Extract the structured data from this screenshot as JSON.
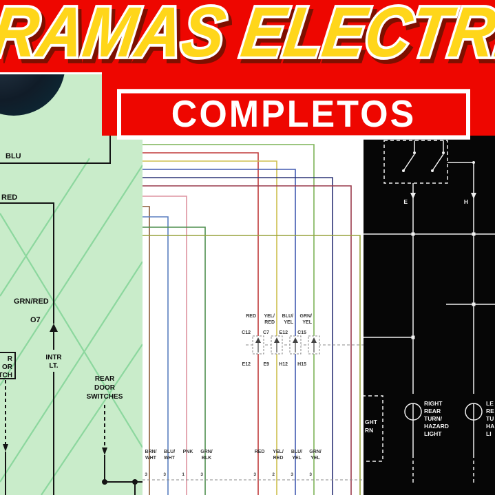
{
  "banner": {
    "title": "GRAMAS ELECTRIC",
    "subtitle": "COMPLETOS",
    "bg_color": "#ee0600",
    "title_color": "#ffd61a",
    "title_outline": "#ffffff",
    "title_shadow": "#7e0f00"
  },
  "left_panel": {
    "bg_color": "#c9ecca",
    "wire_blu": "BLU",
    "wire_red": "RED",
    "wire_grn_red": "GRN/RED",
    "connector": "O7",
    "intr_light": [
      "INTR",
      "LT."
    ],
    "rear_door": [
      "REAR",
      "DOOR",
      "SWITCHES"
    ],
    "cut_box": [
      "R",
      "OR",
      "TCH"
    ]
  },
  "middle_panel": {
    "bg_color": "#ffffff",
    "wire_labels": [
      [
        "RED",
        ""
      ],
      [
        "YEL/",
        "RED"
      ],
      [
        "BLU/",
        "YEL"
      ],
      [
        "GRN/",
        "YEL"
      ]
    ],
    "connector_row1": [
      "C12",
      "C7",
      "E12",
      "C15"
    ],
    "connector_row2": [
      "E12",
      "E9",
      "H12",
      "H15"
    ],
    "bottom_left": [
      [
        "BRN/",
        "WHT"
      ],
      [
        "BLU/",
        "WHT"
      ],
      [
        "PNK",
        ""
      ],
      [
        "GRN/",
        "BLK"
      ]
    ],
    "bottom_right": [
      [
        "RED",
        ""
      ],
      [
        "YEL/",
        "RED"
      ],
      [
        "BLU/",
        "YEL"
      ],
      [
        "GRN/",
        "YEL"
      ]
    ],
    "pins_left": [
      "3",
      "3",
      "1",
      "3"
    ],
    "pins_right": [
      "3",
      "2",
      "3",
      "3"
    ]
  },
  "right_panel": {
    "bg_color": "#060606",
    "terminal_e": "E",
    "terminal_h": "H",
    "lamp_label": [
      "RIGHT",
      "REAR",
      "TURN/",
      "HAZARD",
      "LIGHT"
    ],
    "lamp_label_cut": [
      "LE",
      "RE",
      "TU",
      "HA",
      "LI"
    ],
    "side_label_cut": [
      "GHT",
      "RN"
    ]
  }
}
